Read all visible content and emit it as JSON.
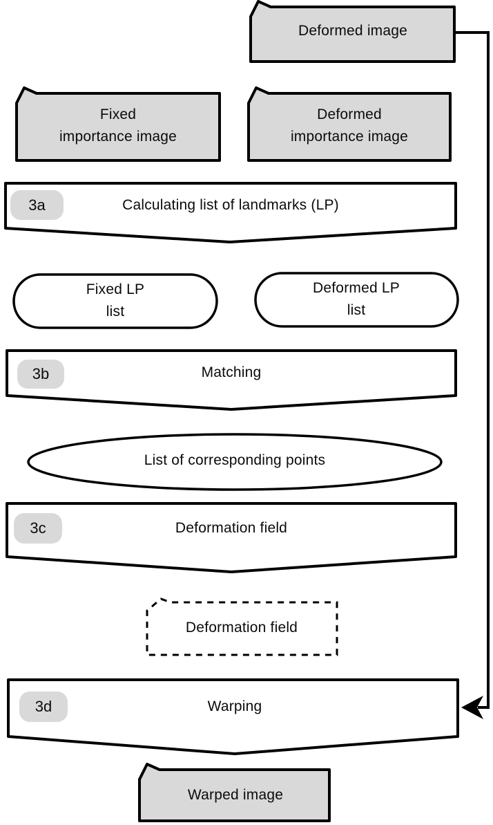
{
  "figure": {
    "type": "flowchart",
    "background": "#ffffff",
    "stroke_color": "#000000",
    "data_box_fill": "#d9d9d9",
    "badge_fill": "#d9d9d9",
    "process_box_fill": "#ffffff"
  },
  "nodes": {
    "deformed_image": {
      "label": "Deformed image"
    },
    "fixed_importance": {
      "label": "Fixed\nimportance image"
    },
    "deformed_importance": {
      "label": "Deformed\nimportance image"
    },
    "step_3a": {
      "badge": "3a",
      "label": "Calculating list of landmarks (LP)"
    },
    "fixed_lp": {
      "label": "Fixed LP\nlist"
    },
    "deformed_lp": {
      "label": "Deformed LP\nlist"
    },
    "step_3b": {
      "badge": "3b",
      "label": "Matching"
    },
    "corresponding_points": {
      "label": "List of corresponding points"
    },
    "step_3c": {
      "badge": "3c",
      "label": "Deformation field"
    },
    "deformation_field": {
      "label": "Deformation field"
    },
    "step_3d": {
      "badge": "3d",
      "label": "Warping"
    },
    "warped_image": {
      "label": "Warped image"
    }
  }
}
